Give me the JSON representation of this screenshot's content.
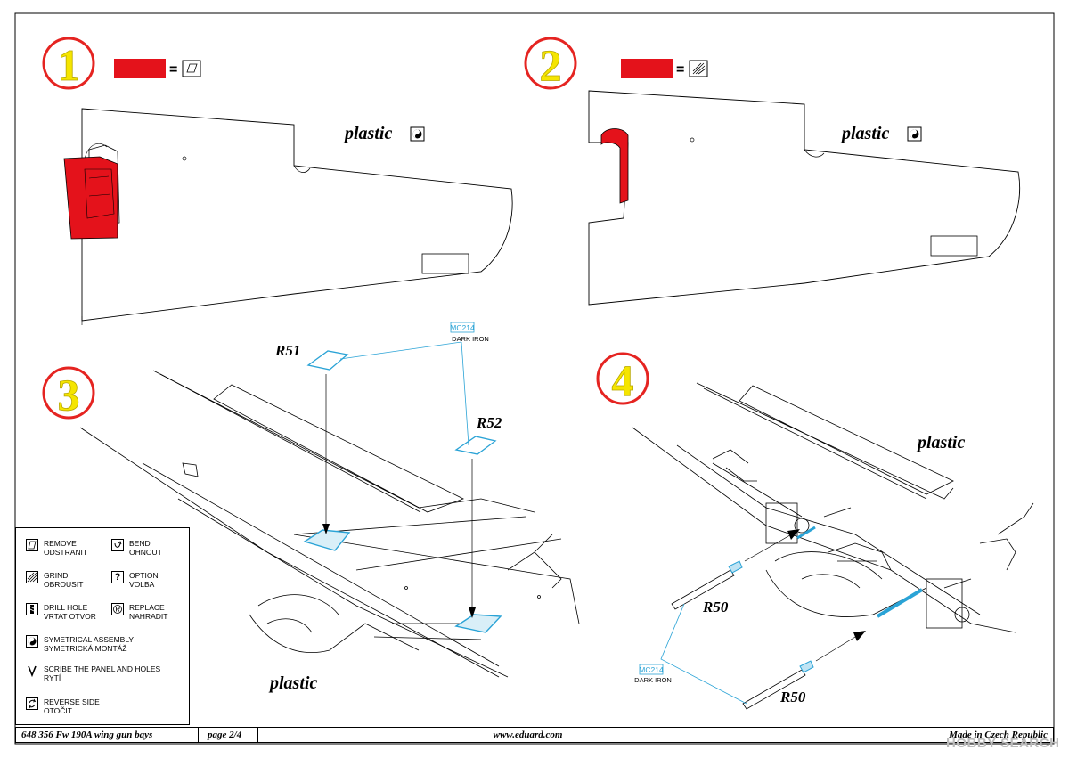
{
  "steps": [
    "1",
    "2",
    "3",
    "4"
  ],
  "labels": {
    "plastic": "plastic",
    "R51": "R51",
    "R52": "R52",
    "R50": "R50",
    "mc_code": "MC214",
    "mc_name": "DARK IRON"
  },
  "colors": {
    "red": "#e4121b",
    "step_circle": "#e52421",
    "step_number": "#f5e500",
    "callout": "#2aa3d6"
  },
  "legend": [
    {
      "icon": "remove-icon",
      "line1": "REMOVE",
      "line2": "ODSTRANIT"
    },
    {
      "icon": "bend-icon",
      "line1": "BEND",
      "line2": "OHNOUT"
    },
    {
      "icon": "grind-icon",
      "line1": "GRIND",
      "line2": "OBROUSIT"
    },
    {
      "icon": "option-icon",
      "line1": "OPTION",
      "line2": "VOLBA"
    },
    {
      "icon": "drill-hole-icon",
      "line1": "DRILL HOLE",
      "line2": "VRTAT OTVOR"
    },
    {
      "icon": "replace-icon",
      "line1": "REPLACE",
      "line2": "NAHRADIT"
    },
    {
      "icon": "symmetrical-icon",
      "line1": "SYMETRICAL ASSEMBLY",
      "line2": "SYMETRICKÁ MONTÁŽ"
    },
    {
      "icon": "scribe-icon",
      "line1": "SCRIBE THE PANEL AND HOLES",
      "line2": "RYTÍ"
    },
    {
      "icon": "reverse-icon",
      "line1": "REVERSE SIDE",
      "line2": "OTOČIT"
    }
  ],
  "legend_glyphs": {
    "option": "?"
  },
  "footer": {
    "code": "648 356  Fw 190A wing gun bays",
    "page": "page 2/4",
    "url": "www.eduard.com",
    "made": "Made in Czech Republic"
  },
  "watermark": "HOBBY SEARCH"
}
